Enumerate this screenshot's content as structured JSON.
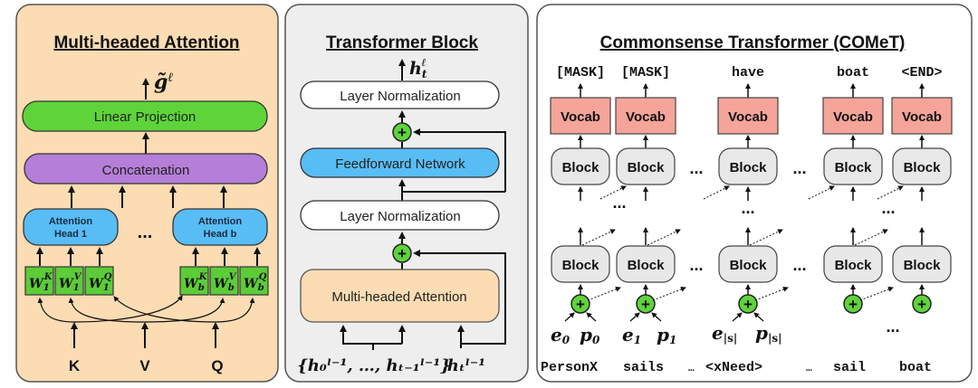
{
  "panels": {
    "mha": {
      "title": "Multi-headed Attention",
      "output_symbol": "g̃",
      "output_sup": "ℓ",
      "linear_projection": "Linear Projection",
      "concatenation": "Concatenation",
      "heads": [
        {
          "line1": "Attention",
          "line2": "Head 1"
        },
        {
          "line1": "Attention",
          "line2": "Head b"
        }
      ],
      "ellipsis": "...",
      "weights": [
        {
          "base": "W",
          "sub": "1",
          "sup": "K"
        },
        {
          "base": "W",
          "sub": "1",
          "sup": "V"
        },
        {
          "base": "W",
          "sub": "1",
          "sup": "Q"
        },
        {
          "base": "W",
          "sub": "b",
          "sup": "K"
        },
        {
          "base": "W",
          "sub": "b",
          "sup": "V"
        },
        {
          "base": "W",
          "sub": "b",
          "sup": "Q"
        }
      ],
      "inputs": [
        "K",
        "V",
        "Q"
      ]
    },
    "tb": {
      "title": "Transformer Block",
      "output_base": "h",
      "output_sub": "t",
      "output_sup": "ℓ",
      "layer_norm_top": "Layer Normalization",
      "feedforward": "Feedforward Network",
      "layer_norm_bottom": "Layer Normalization",
      "attention": "Multi-headed Attention",
      "input_set": "{h₀ˡ⁻¹, …, hₜ₋₁ˡ⁻¹}",
      "input_current": "hₜˡ⁻¹",
      "plus": "+"
    },
    "comet": {
      "title": "Commonsense Transformer (COMeT)",
      "outputs": [
        "[MASK]",
        "[MASK]",
        "have",
        "boat",
        "<END>"
      ],
      "vocab_label": "Vocab",
      "block_label": "Block",
      "ellipsis": "...",
      "embeddings": [
        {
          "e": "e",
          "e_sub": "0",
          "p": "p",
          "p_sub": "0"
        },
        {
          "e": "e",
          "e_sub": "1",
          "p": "p",
          "p_sub": "1"
        },
        {
          "e": "e",
          "e_sub": "|s|",
          "p": "p",
          "p_sub": "|s|"
        }
      ],
      "tokens": [
        "PersonX",
        "sails",
        "…",
        "<xNeed>",
        "…",
        "sail",
        "boat"
      ]
    }
  },
  "colors": {
    "mha_bg": "#fbdcb3",
    "tb_bg": "#eeeeee",
    "comet_bg": "#ffffff",
    "green": "#5ed43a",
    "purple": "#b57ed8",
    "blue": "#58bdf5",
    "weight_green": "#5ccc38",
    "vocab": "#f5a49a",
    "block": "#e8e8e8",
    "attention_box": "#fbdcb3"
  }
}
